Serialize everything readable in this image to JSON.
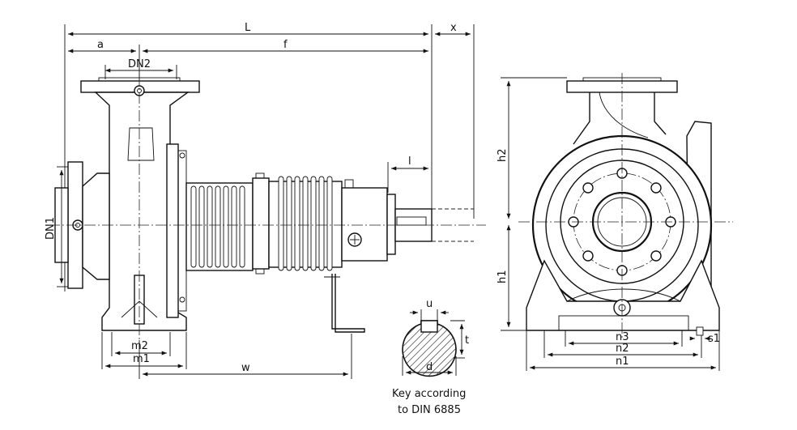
{
  "dimensions": {
    "L": "L",
    "x": "x",
    "a": "a",
    "f": "f",
    "DN2": "DN2",
    "DN1": "DN1",
    "l": "l",
    "m2": "m2",
    "m1": "m1",
    "w": "w",
    "u": "u",
    "t": "t",
    "d": "d",
    "h2": "h2",
    "h1": "h1",
    "n3": "n3",
    "n2": "n2",
    "n1": "n1",
    "s1": "s1"
  },
  "key_note": {
    "line1": "Key according",
    "line2": "to DIN 6885"
  }
}
